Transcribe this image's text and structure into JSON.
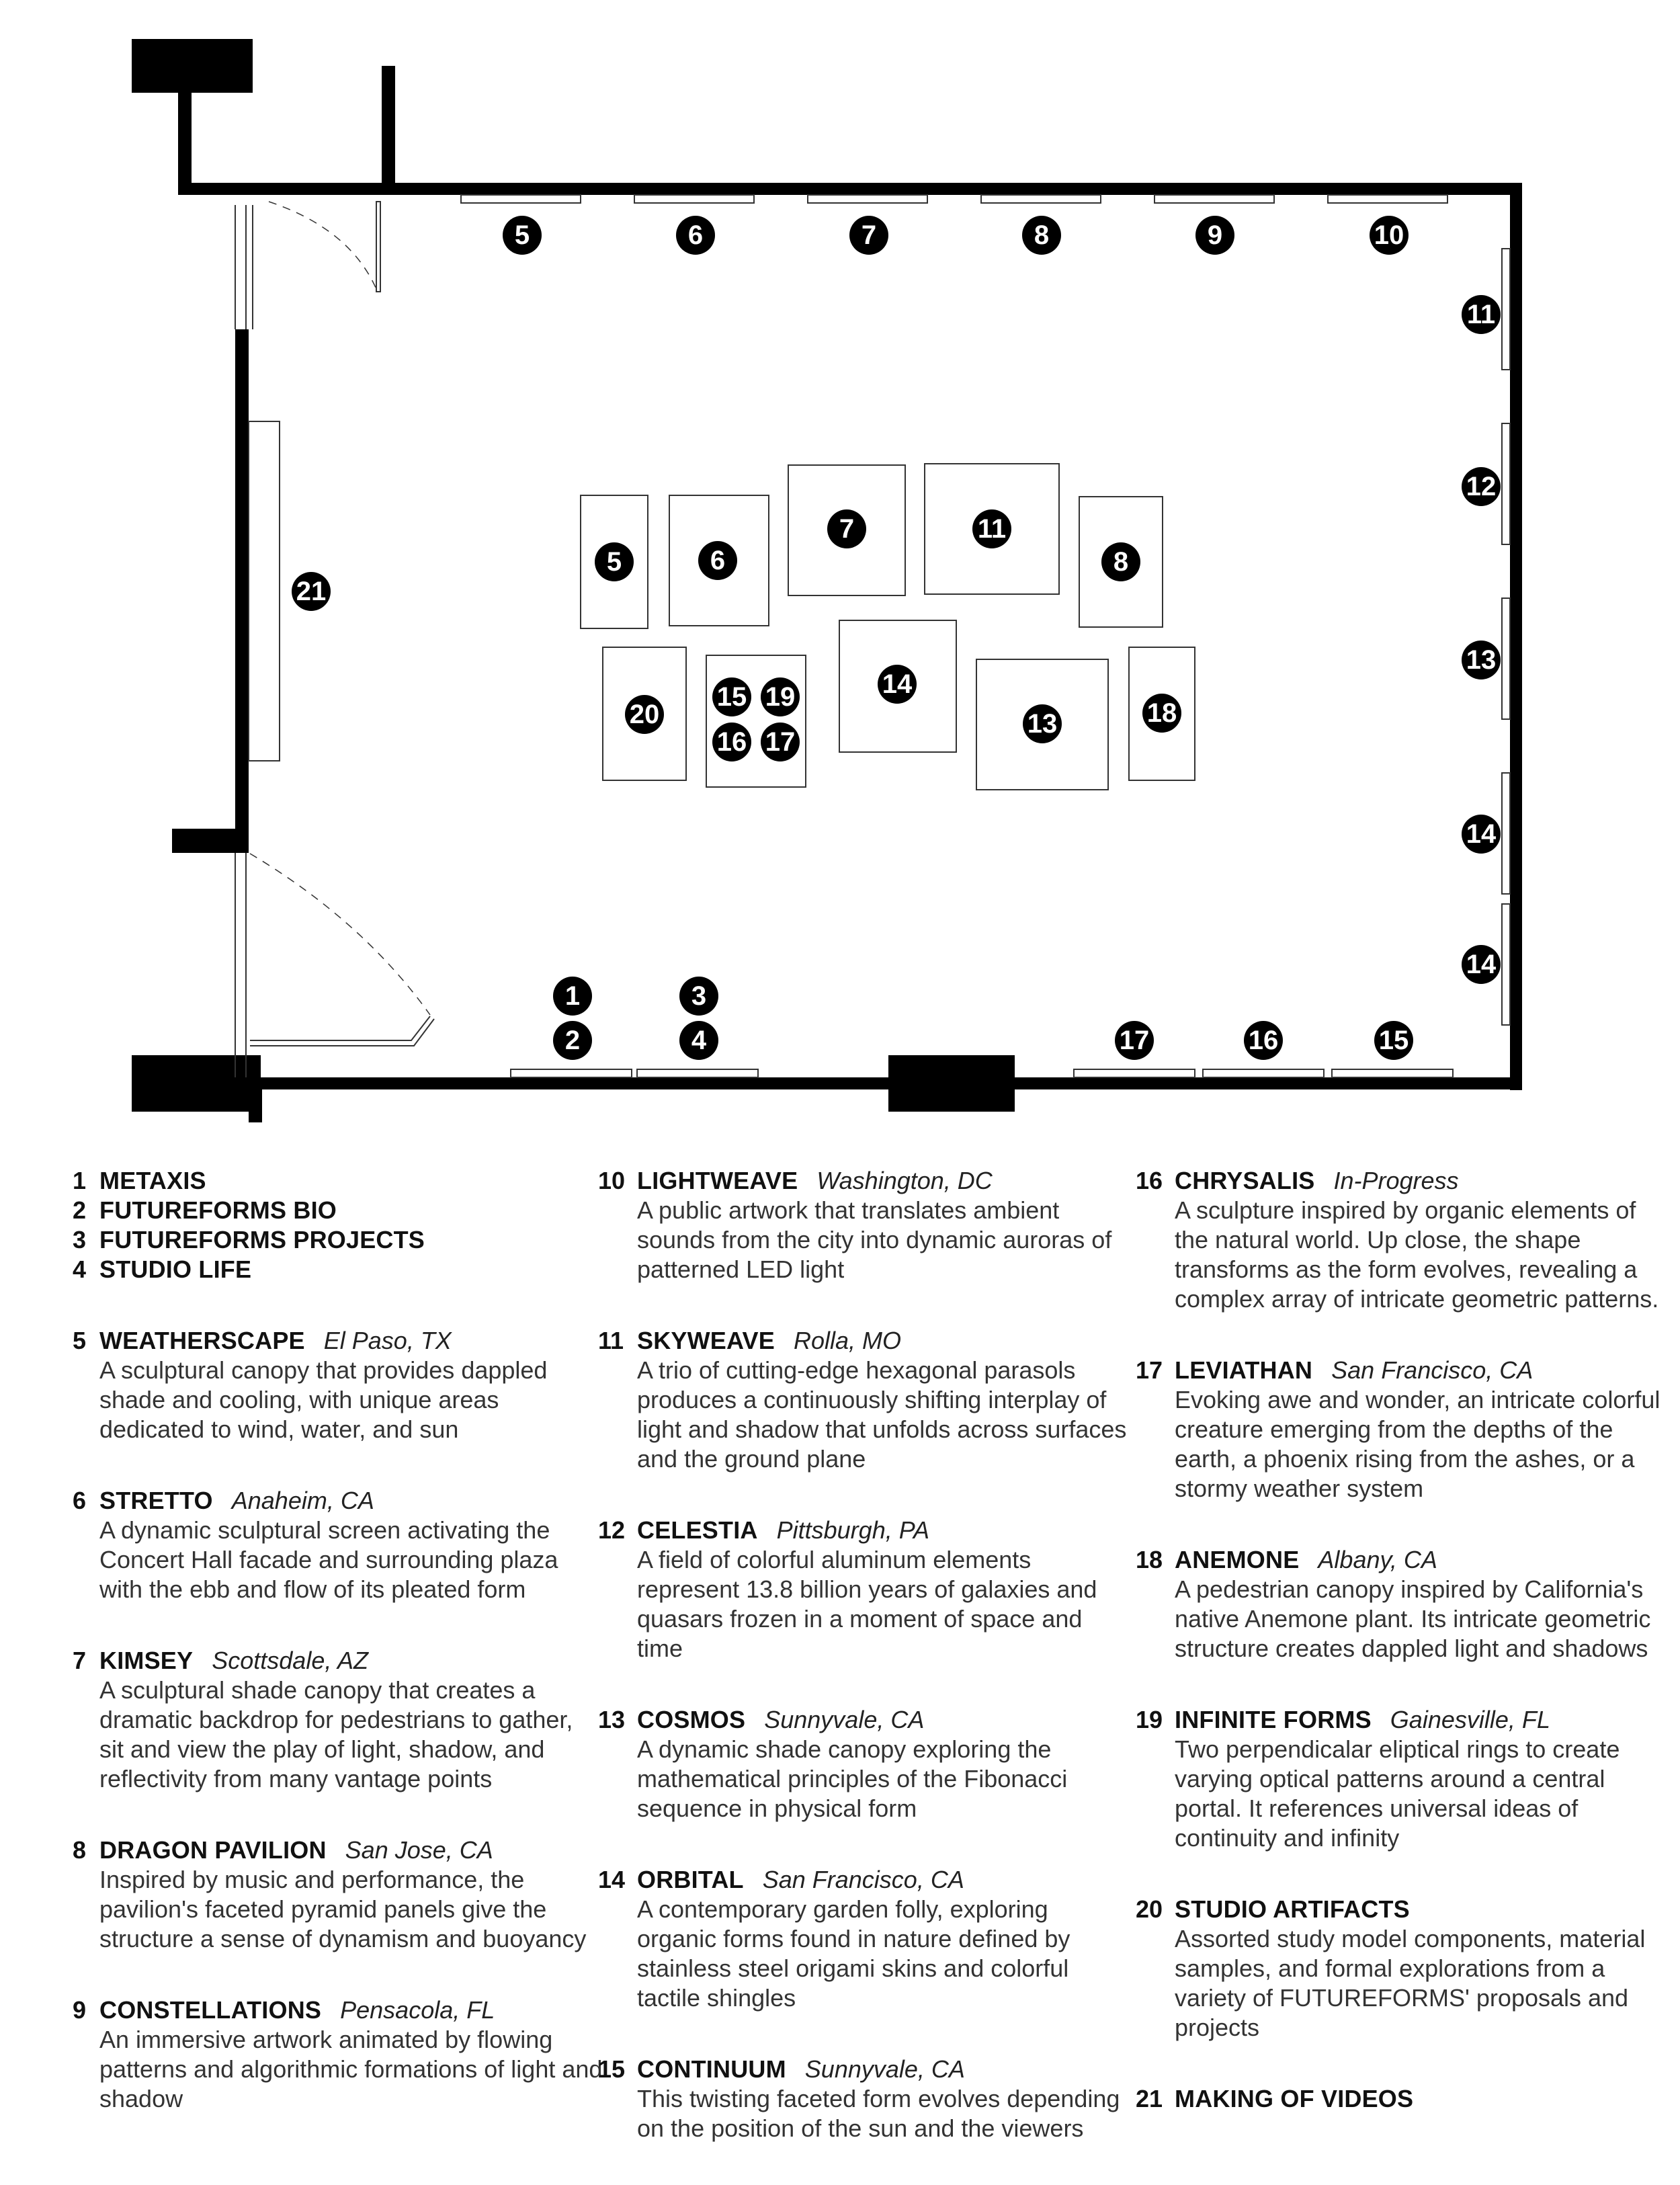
{
  "markers": {
    "wall_top": [
      "5",
      "6",
      "7",
      "8",
      "9",
      "10"
    ],
    "wall_right": [
      "11",
      "12",
      "13",
      "14",
      "14"
    ],
    "wall_bottom": [
      "1",
      "2",
      "3",
      "4",
      "17",
      "16",
      "15"
    ],
    "tables": [
      "5",
      "6",
      "7",
      "11",
      "8",
      "20",
      "15",
      "19",
      "16",
      "17",
      "14",
      "13",
      "18"
    ],
    "wall_left": [
      "21"
    ]
  },
  "legend": {
    "col1": [
      {
        "num": "1",
        "name": "METAXIS",
        "location": "",
        "desc": ""
      },
      {
        "num": "2",
        "name": "FUTUREFORMS BIO",
        "location": "",
        "desc": ""
      },
      {
        "num": "3",
        "name": "FUTUREFORMS PROJECTS",
        "location": "",
        "desc": ""
      },
      {
        "num": "4",
        "name": "STUDIO LIFE",
        "location": "",
        "desc": ""
      },
      {
        "num": "5",
        "name": "WEATHERSCAPE",
        "location": "El Paso, TX",
        "desc": "A sculptural canopy that provides dappled shade and cooling, with unique areas dedicated to wind, water, and sun"
      },
      {
        "num": "6",
        "name": "STRETTO",
        "location": "Anaheim, CA",
        "desc": "A dynamic sculptural screen activating the Concert Hall facade and surrounding plaza with the ebb and flow of its pleated form"
      },
      {
        "num": "7",
        "name": "KIMSEY",
        "location": "Scottsdale, AZ",
        "desc": "A sculptural shade canopy that creates a dramatic backdrop for pedestrians to gather, sit and view the play of light, shadow, and reflectivity from many vantage points"
      },
      {
        "num": "8",
        "name": "DRAGON PAVILION",
        "location": "San Jose, CA",
        "desc": "Inspired by music and performance, the pavilion's faceted pyramid panels give the structure a sense of dynamism and buoyancy"
      },
      {
        "num": "9",
        "name": "CONSTELLATIONS",
        "location": "Pensacola, FL",
        "desc": "An immersive artwork animated by flowing patterns and algorithmic formations of light and shadow"
      }
    ],
    "col2": [
      {
        "num": "10",
        "name": "LIGHTWEAVE",
        "location": "Washington, DC",
        "desc": "A public artwork that translates ambient sounds from the city into dynamic auroras of patterned LED light"
      },
      {
        "num": "11",
        "name": "SKYWEAVE",
        "location": "Rolla, MO",
        "desc": "A trio of cutting-edge hexagonal parasols produces a continuously shifting interplay of light and shadow that unfolds across surfaces and the ground plane"
      },
      {
        "num": "12",
        "name": "CELESTIA",
        "location": "Pittsburgh, PA",
        "desc": "A field of colorful aluminum elements represent 13.8 billion years of galaxies and quasars frozen in a moment of space and time"
      },
      {
        "num": "13",
        "name": "COSMOS",
        "location": "Sunnyvale, CA",
        "desc": "A dynamic shade canopy exploring the mathematical principles of the Fibonacci sequence in physical form"
      },
      {
        "num": "14",
        "name": "ORBITAL",
        "location": "San Francisco, CA",
        "desc": "A contemporary garden folly, exploring organic forms found in nature defined by stainless steel origami skins and  colorful tactile shingles"
      },
      {
        "num": "15",
        "name": "CONTINUUM",
        "location": "Sunnyvale, CA",
        "desc": "This twisting faceted form evolves depending on the position of the sun and the viewers"
      }
    ],
    "col3": [
      {
        "num": "16",
        "name": "CHRYSALIS",
        "location": "In-Progress",
        "desc": "A sculpture inspired by organic elements of the natural world. Up close, the shape transforms as the form evolves, revealing a complex array of intricate geometric patterns."
      },
      {
        "num": "17",
        "name": "LEVIATHAN",
        "location": "San Francisco, CA",
        "desc": "Evoking awe and wonder, an intricate colorful creature emerging from the depths of the earth, a phoenix rising from the ashes, or a stormy weather system"
      },
      {
        "num": "18",
        "name": "ANEMONE",
        "location": "Albany, CA",
        "desc": "A pedestrian canopy inspired by California's native Anemone plant. Its intricate geometric structure creates dappled light and shadows"
      },
      {
        "num": "19",
        "name": "INFINITE FORMS",
        "location": "Gainesville, FL",
        "desc": "Two perpendicalar eliptical rings to create varying optical patterns around a central portal. It references universal ideas of continuity and infinity"
      },
      {
        "num": "20",
        "name": "STUDIO ARTIFACTS",
        "location": "",
        "desc": "Assorted study model components, material samples, and formal explorations from a variety of FUTUREFORMS' proposals and projects"
      },
      {
        "num": "21",
        "name": "MAKING OF VIDEOS",
        "location": "",
        "desc": ""
      }
    ]
  }
}
